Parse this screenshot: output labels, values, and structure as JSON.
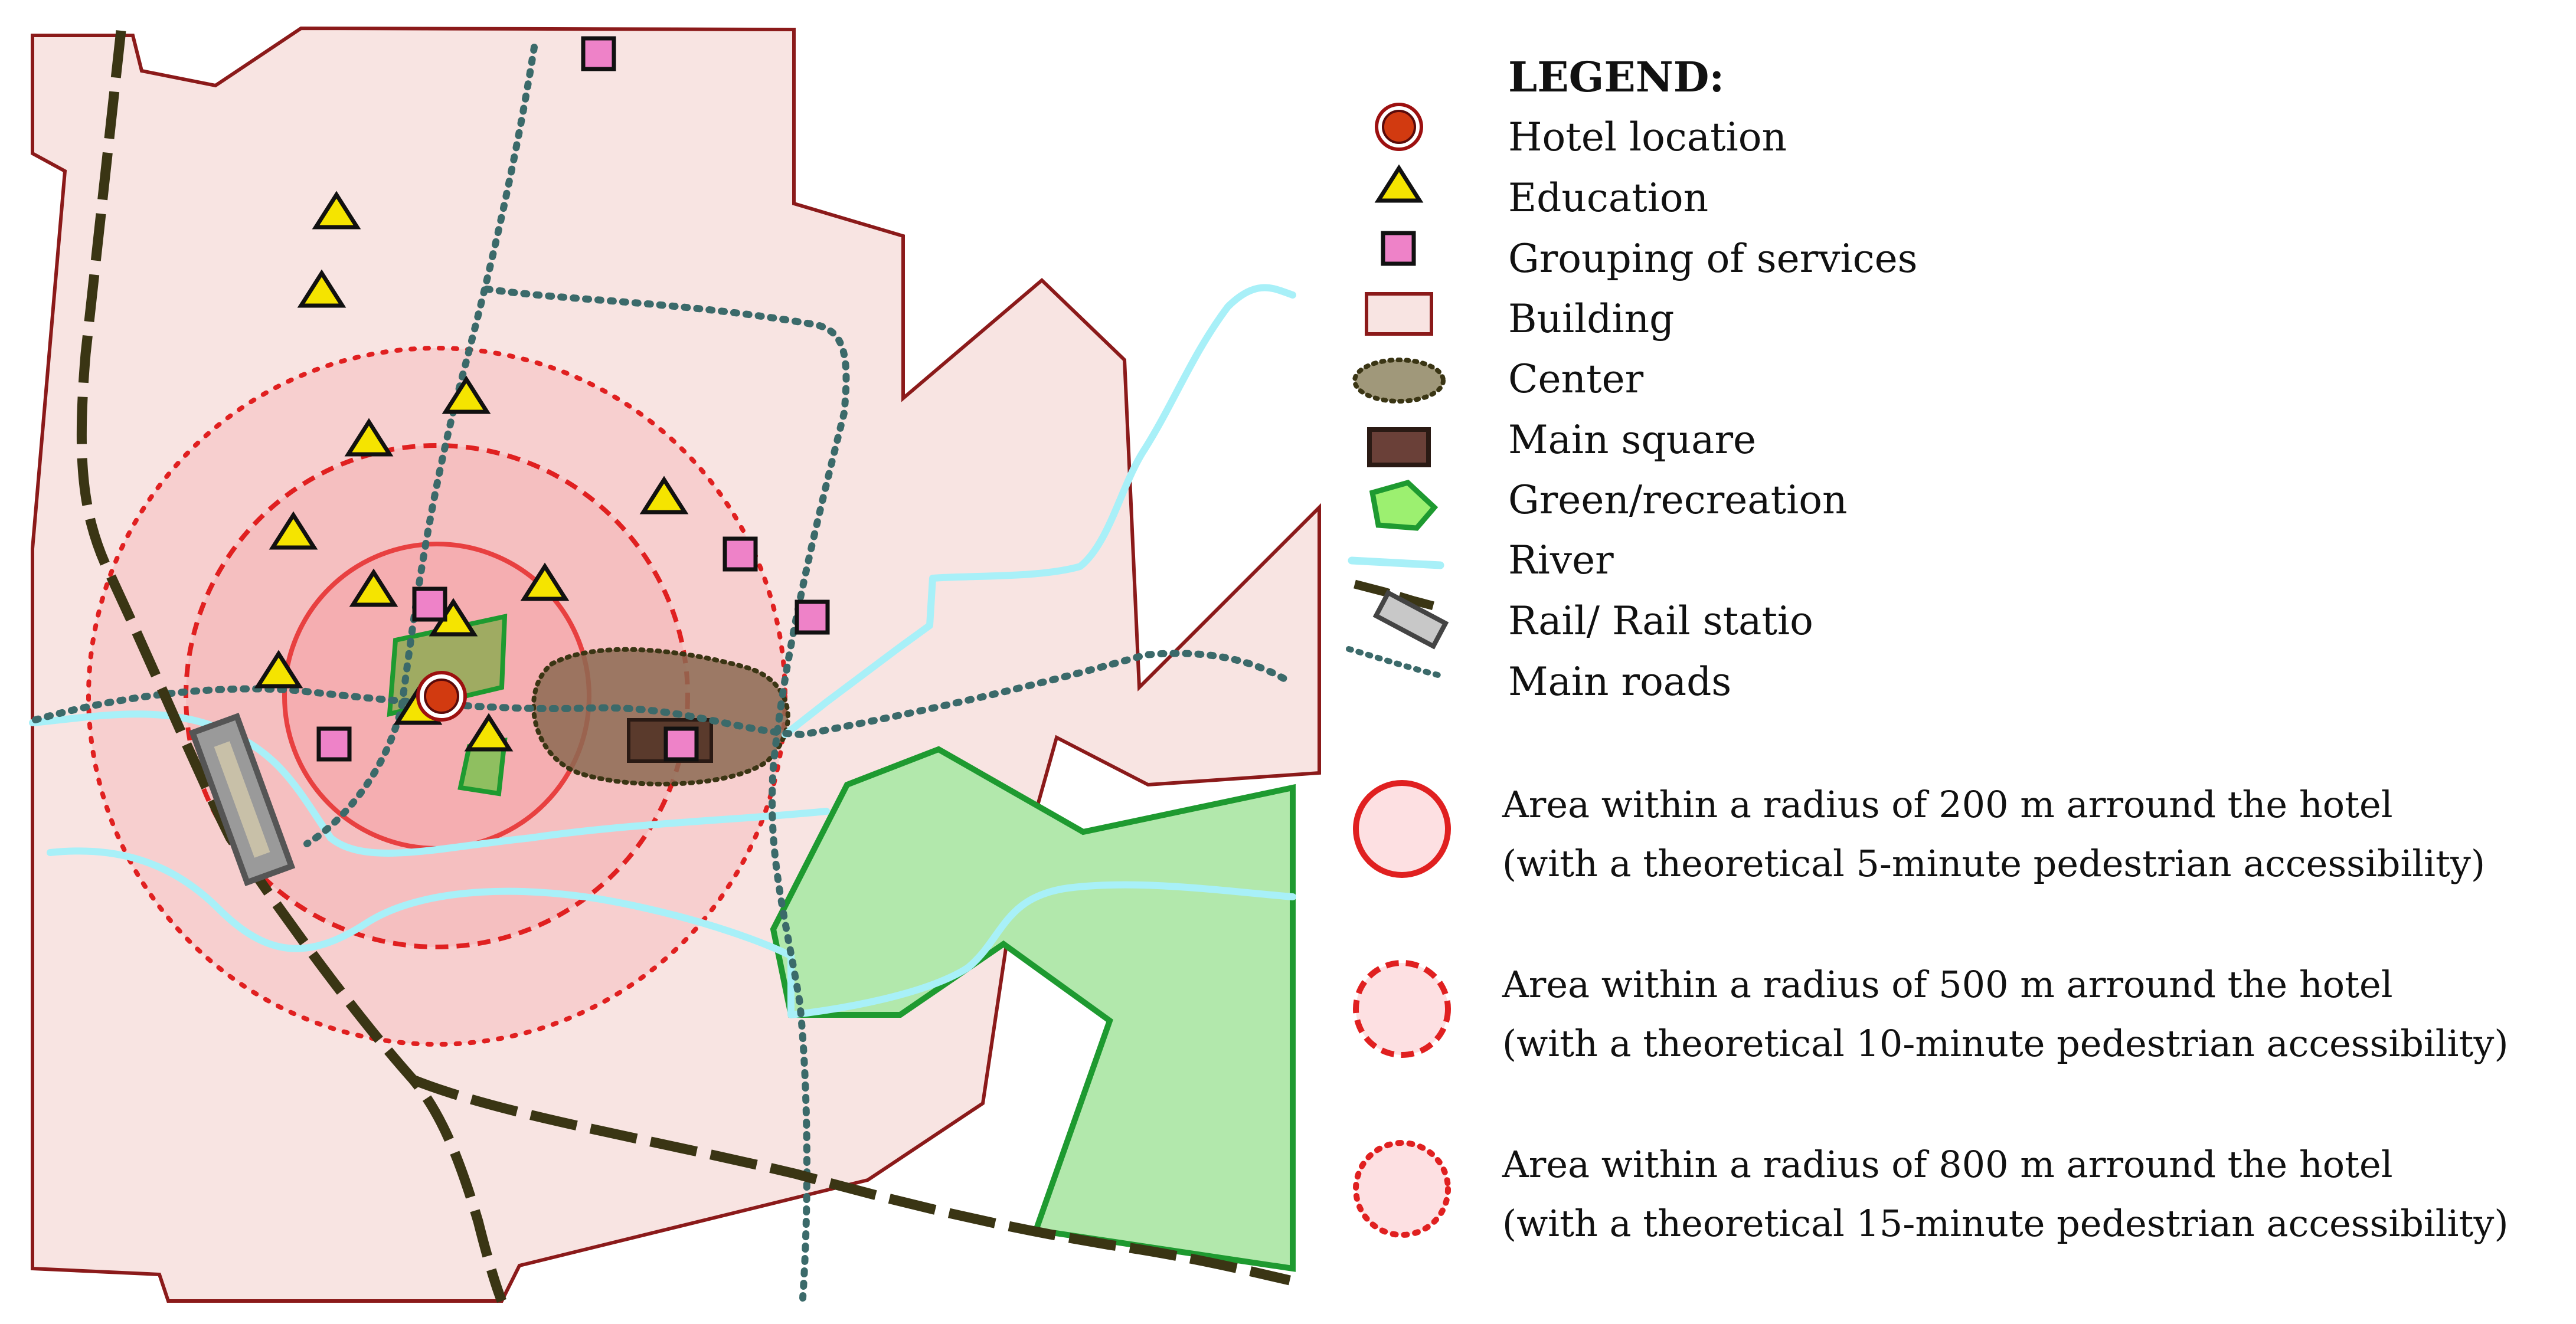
{
  "legend": {
    "title": "LEGEND:",
    "items": [
      {
        "icon": "hotel-icon",
        "label": "Hotel location"
      },
      {
        "icon": "education-icon",
        "label": "Education"
      },
      {
        "icon": "services-icon",
        "label": "Grouping of services"
      },
      {
        "icon": "building-icon",
        "label": "Building"
      },
      {
        "icon": "center-icon",
        "label": "Center"
      },
      {
        "icon": "main-square-icon",
        "label": "Main square"
      },
      {
        "icon": "green-recreation-icon",
        "label": "Green/recreation"
      },
      {
        "icon": "river-icon",
        "label": "River"
      },
      {
        "icon": "rail-station-icon",
        "label": "Rail/ Rail statio"
      },
      {
        "icon": "main-roads-icon",
        "label": "Main roads"
      }
    ],
    "radius_items": [
      {
        "icon": "radius-200-icon",
        "line1": "Area within a radius of 200 m arround the hotel",
        "line2": "(with a theoretical 5-minute pedestrian accessibility)"
      },
      {
        "icon": "radius-500-icon",
        "line1": "Area within a radius of 500 m arround the hotel",
        "line2": "(with a theoretical 10-minute pedestrian accessibility)"
      },
      {
        "icon": "radius-800-icon",
        "line1": "Area within a radius of 800 m arround the hotel",
        "line2": "(with a theoretical 15-minute pedestrian accessibility)"
      }
    ]
  },
  "colors": {
    "building_fill": "#f8e4e2",
    "building_stroke": "#8b1a1a",
    "buffer_fill": "#f4b4b6",
    "buffer_stroke": "#e02020",
    "education_fill": "#f5e400",
    "services_fill": "#ee82c8",
    "hotel_fill": "#d23a10",
    "center_fill": "#8c7b54",
    "square_fill": "#5a3a2c",
    "green_fill": "#b2e8ac",
    "green_stroke": "#1e9a30",
    "river": "#a8f0f8",
    "rail": "#3a3514",
    "roads": "#3b6a6a"
  }
}
